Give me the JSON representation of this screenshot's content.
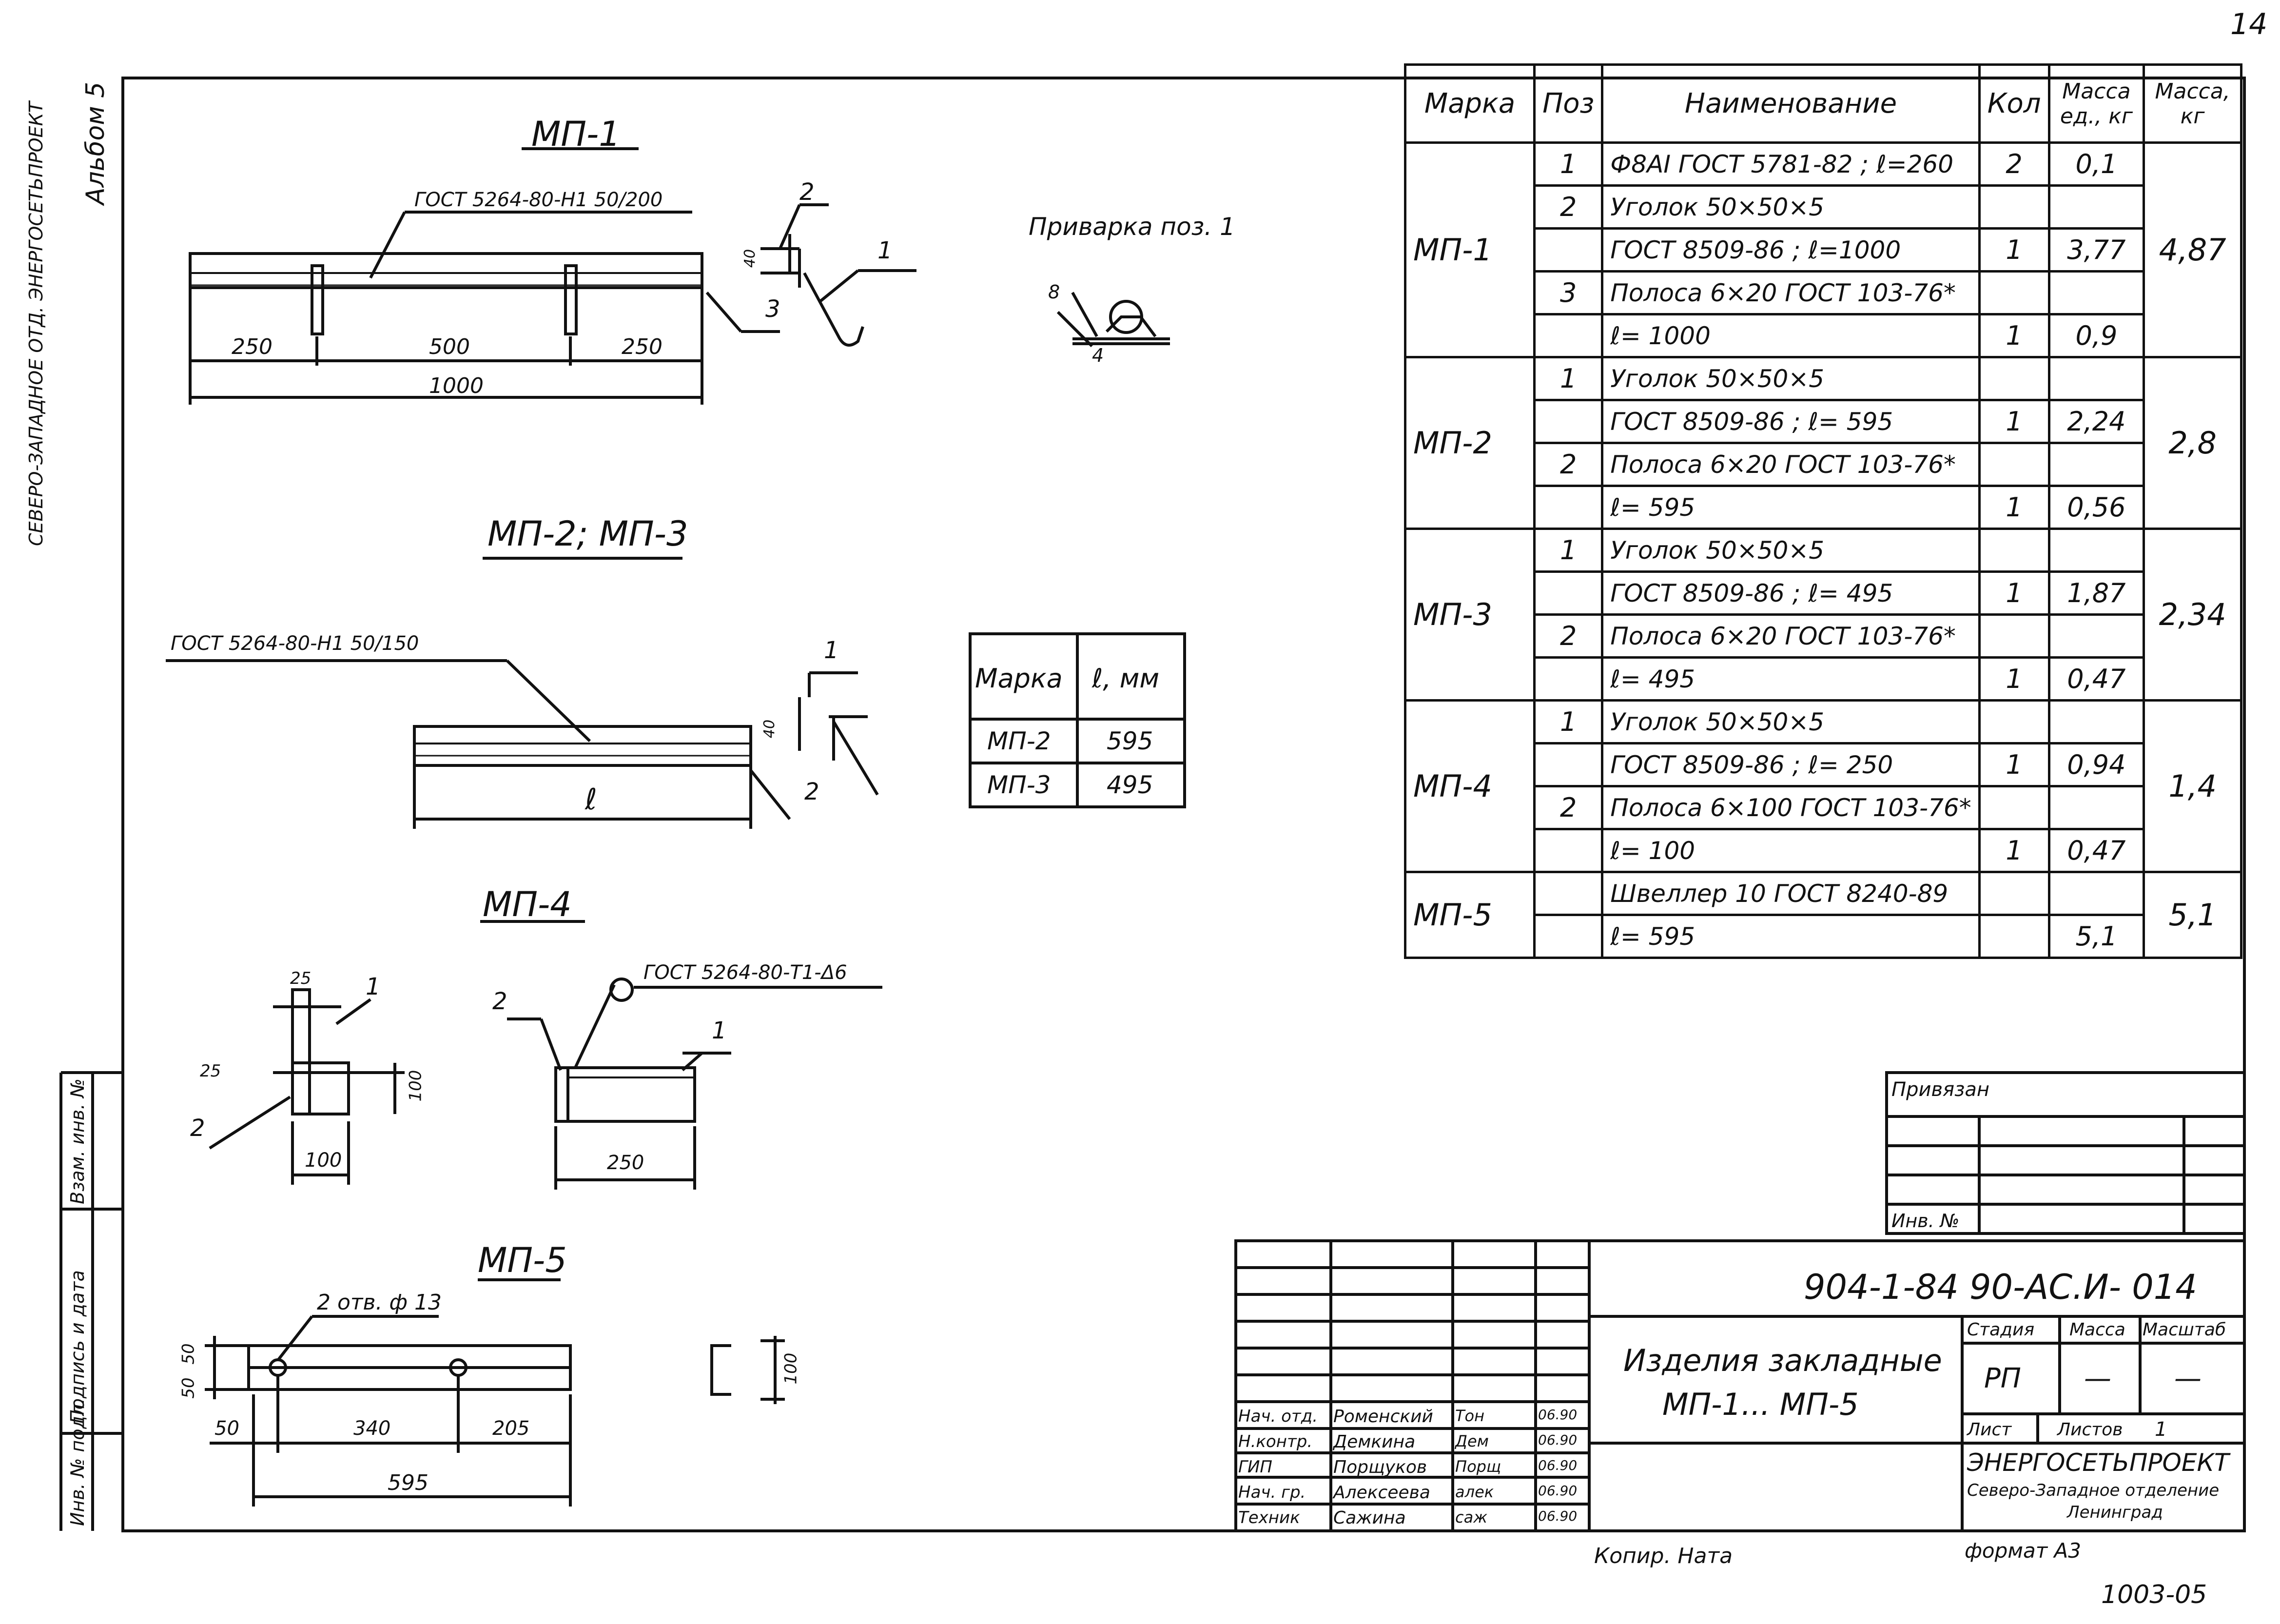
{
  "sheet": {
    "page_number": "14",
    "stamp_bottom": "1003-05",
    "copied_by": "Копир. Ната",
    "format": "формат  А3"
  },
  "left_margin": {
    "album_note": "Альбом 5",
    "org_vertical": "СЕВЕРО-ЗАПАДНОЕ ОТД. ЭНЕРГОСЕТЬПРОЕКТ",
    "inv_podl": "Инв. № подл.",
    "podpis": "Подпись и дата",
    "vzam": "Взам. инв. №"
  },
  "drawings": {
    "mp1": {
      "title": "МП-1",
      "mesh_label": "ГОСТ 5264-80-Н1  50/200",
      "dims": [
        "250",
        "500",
        "250",
        "1000"
      ],
      "leaders": [
        "2",
        "1",
        "3"
      ],
      "small_dim": "40"
    },
    "weld": {
      "title": "Приварка поз. 1",
      "dims": [
        "8",
        "4"
      ]
    },
    "mp23": {
      "title": "МП-2; МП-3",
      "mesh_label": "ГОСТ 5264-80-Н1  50/150",
      "length_symbol": "ℓ",
      "leaders": [
        "1",
        "2"
      ],
      "small_dim": "40"
    },
    "mp23_table": {
      "headers": [
        "Марка",
        "ℓ, мм"
      ],
      "rows": [
        [
          "МП-2",
          "595"
        ],
        [
          "МП-3",
          "495"
        ]
      ]
    },
    "mp4": {
      "title": "МП-4",
      "weld_label": "ГОСТ 5264-80-Т1-Δ6",
      "dims": [
        "25",
        "25",
        "100",
        "100",
        "250"
      ],
      "leaders": [
        "1",
        "2",
        "2",
        "1"
      ]
    },
    "mp5": {
      "title": "МП-5",
      "holes_label": "2 отв. ф 13",
      "dims": [
        "50",
        "50",
        "50",
        "340",
        "205",
        "595",
        "100"
      ]
    }
  },
  "spec_table": {
    "headers": [
      "Марка",
      "Поз",
      "Наименование",
      "Кол",
      "Масса ед., кг",
      "Масса, кг"
    ],
    "groups": [
      {
        "mark": "МП-1",
        "total": "4,87",
        "rows": [
          {
            "pos": "1",
            "name": "Ф8АI ГОСТ 5781-82 ; ℓ=260",
            "qty": "2",
            "unit": "0,1"
          },
          {
            "pos": "2",
            "name": "Уголок  50×50×5",
            "qty": "",
            "unit": ""
          },
          {
            "pos": "",
            "name": "ГОСТ 8509-86 ;  ℓ=1000",
            "qty": "1",
            "unit": "3,77"
          },
          {
            "pos": "3",
            "name": "Полоса 6×20 ГОСТ  103-76*",
            "qty": "",
            "unit": ""
          },
          {
            "pos": "",
            "name": "ℓ= 1000",
            "qty": "1",
            "unit": "0,9"
          }
        ]
      },
      {
        "mark": "МП-2",
        "total": "2,8",
        "rows": [
          {
            "pos": "1",
            "name": "Уголок  50×50×5",
            "qty": "",
            "unit": ""
          },
          {
            "pos": "",
            "name": "ГОСТ 8509-86  ;  ℓ= 595",
            "qty": "1",
            "unit": "2,24"
          },
          {
            "pos": "2",
            "name": "Полоса 6×20 ГОСТ  103-76*",
            "qty": "",
            "unit": ""
          },
          {
            "pos": "",
            "name": "ℓ= 595",
            "qty": "1",
            "unit": "0,56"
          }
        ]
      },
      {
        "mark": "МП-3",
        "total": "2,34",
        "rows": [
          {
            "pos": "1",
            "name": "Уголок  50×50×5",
            "qty": "",
            "unit": ""
          },
          {
            "pos": "",
            "name": "ГОСТ 8509-86 ;  ℓ= 495",
            "qty": "1",
            "unit": "1,87"
          },
          {
            "pos": "2",
            "name": "Полоса 6×20  ГОСТ  103-76*",
            "qty": "",
            "unit": ""
          },
          {
            "pos": "",
            "name": "ℓ= 495",
            "qty": "1",
            "unit": "0,47"
          }
        ]
      },
      {
        "mark": "МП-4",
        "total": "1,4",
        "rows": [
          {
            "pos": "1",
            "name": "Уголок  50×50×5",
            "qty": "",
            "unit": ""
          },
          {
            "pos": "",
            "name": "ГОСТ 8509-86 ;  ℓ= 250",
            "qty": "1",
            "unit": "0,94"
          },
          {
            "pos": "2",
            "name": "Полоса 6×100 ГОСТ 103-76*",
            "qty": "",
            "unit": ""
          },
          {
            "pos": "",
            "name": "ℓ= 100",
            "qty": "1",
            "unit": "0,47"
          }
        ]
      },
      {
        "mark": "МП-5",
        "total": "5,1",
        "rows": [
          {
            "pos": "",
            "name": "Швеллер 10 ГОСТ  8240-89",
            "qty": "",
            "unit": ""
          },
          {
            "pos": "",
            "name": "ℓ= 595",
            "qty": "",
            "unit": "5,1"
          }
        ]
      }
    ]
  },
  "title_block": {
    "privyazan": "Привязан",
    "inv_no": "Инв. №",
    "doc_code": "904-1-84 90-АС.И- 014",
    "doc_title": "Изделия закладные",
    "doc_subtitle": "МП-1... МП-5",
    "stage_label": "Стадия",
    "mass_label": "Масса",
    "scale_label": "Масштаб",
    "stage": "РП",
    "mass": "—",
    "scale": "—",
    "sheet_label": "Лист",
    "sheets_label": "Листов",
    "sheets": "1",
    "org": "ЭНЕРГОСЕТЬПРОЕКТ",
    "org_sub": "Северо-Западное отделение",
    "city": "Ленинград",
    "signers": [
      {
        "role": "Нач. отд.",
        "name": "Роменский",
        "sign": "Тон",
        "date": "06.90"
      },
      {
        "role": "Н.контр.",
        "name": "Демкина",
        "sign": "Дем",
        "date": "06.90"
      },
      {
        "role": "ГИП",
        "name": "Порщуков",
        "sign": "Порщ",
        "date": "06.90"
      },
      {
        "role": "Нач. гр.",
        "name": "Алексеева",
        "sign": "алек",
        "date": "06.90"
      },
      {
        "role": "Техник",
        "name": "Сажина",
        "sign": "саж",
        "date": "06.90"
      }
    ]
  }
}
